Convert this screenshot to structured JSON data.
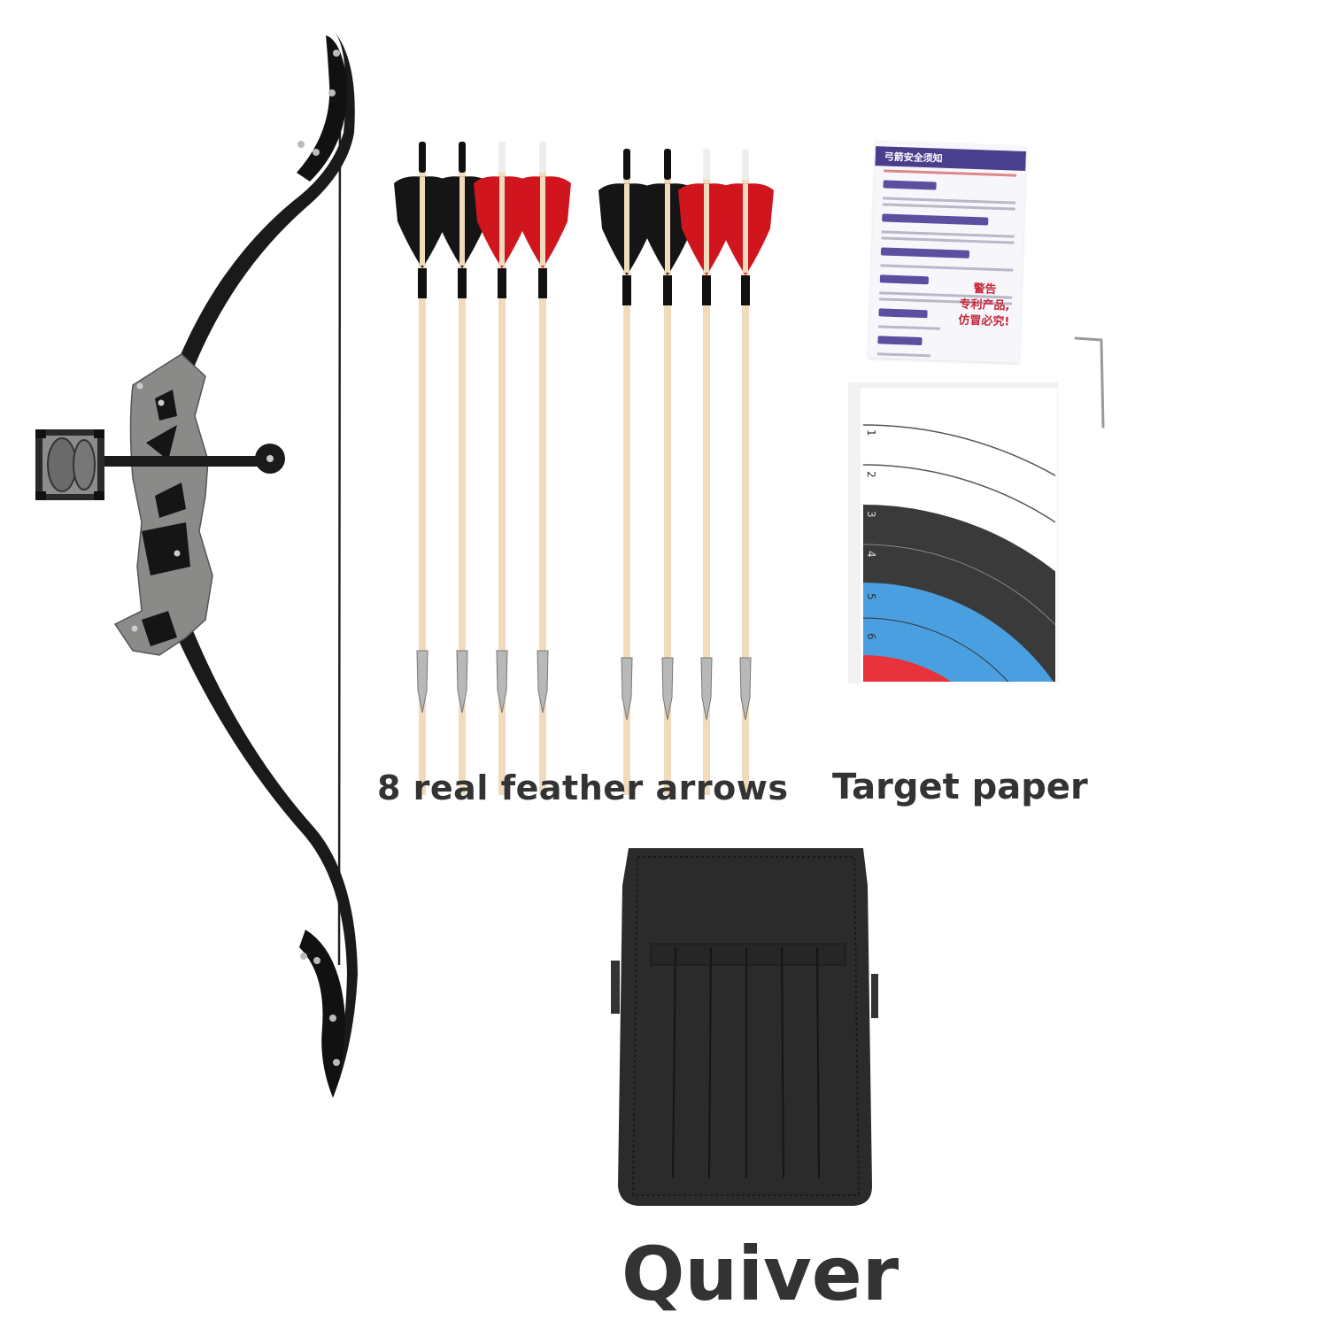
{
  "image": {
    "description": "Archery set product photo on white background",
    "items": [
      {
        "id": "bow",
        "name": "Recurve bow with sight",
        "colors": {
          "limb": "#1a1a1a",
          "riser": "#8a8a88",
          "riser_cutouts": "#151515"
        }
      },
      {
        "id": "arrows",
        "name": "8 real feather arrows",
        "count": 8,
        "fletch_colors": [
          "black",
          "black",
          "red",
          "red",
          "black",
          "black",
          "red",
          "red"
        ],
        "nock_colors": [
          "black",
          "black",
          "white",
          "white",
          "black",
          "black",
          "white",
          "white"
        ]
      },
      {
        "id": "instructions",
        "name": "Safety instruction sheet"
      },
      {
        "id": "target",
        "name": "Target paper",
        "ring_numbers": [
          "1",
          "2",
          "3",
          "4",
          "5",
          "6"
        ]
      },
      {
        "id": "hex-key",
        "name": "Hex key"
      },
      {
        "id": "quiver",
        "name": "Quiver",
        "color": "#2b2b2b"
      }
    ]
  },
  "labels": {
    "arrows": "8 real feather arrows",
    "target": "Target paper",
    "quiver": "Quiver"
  },
  "instruction_sheet": {
    "title": "弓箭安全须知",
    "warning_lines": [
      "警告",
      "专利产品,",
      "仿冒必究!"
    ]
  },
  "target_paper": {
    "rings": [
      "1",
      "2",
      "3",
      "4",
      "5",
      "6"
    ],
    "colors": {
      "white": "#ffffff",
      "black": "#3a3a3a",
      "blue": "#4a9fe0",
      "red": "#e8323c"
    }
  },
  "colors": {
    "label_text": "#333333",
    "fletch_red": "#d0151f",
    "fletch_black": "#151515",
    "shaft": "#f0dcbc",
    "point": "#b8b8b8"
  }
}
